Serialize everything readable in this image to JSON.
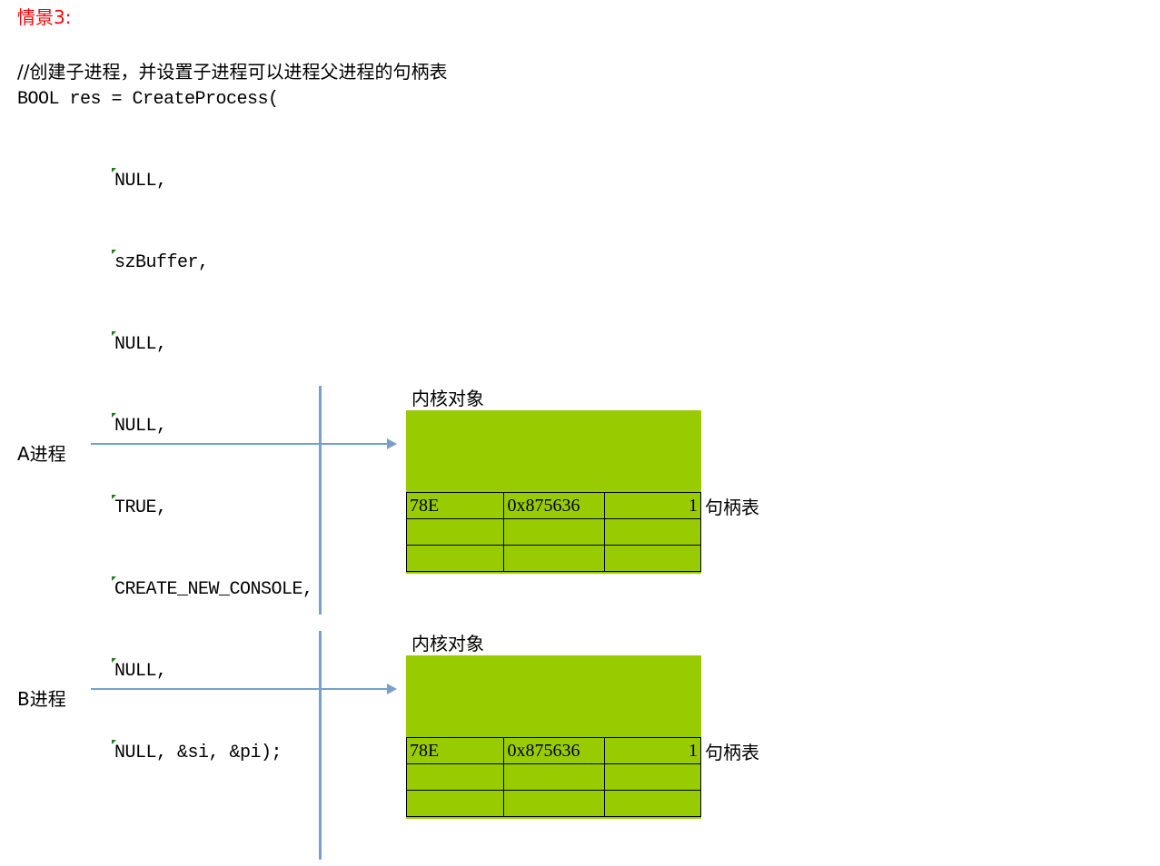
{
  "scenario_title": "情景3:",
  "code": {
    "comment": "//创建子进程，并设置子进程可以进程父进程的句柄表",
    "call_line": "BOOL res = CreateProcess(",
    "args": [
      "NULL,",
      "szBuffer,",
      "NULL,",
      "NULL,",
      "TRUE,",
      "CREATE_NEW_CONSOLE,",
      "NULL,",
      "NULL, &si, &pi);"
    ]
  },
  "diagram": {
    "colors": {
      "arrow": "#7aa0c8",
      "kernel_object": "#99cc00",
      "title": "#ff0000"
    },
    "processes": [
      {
        "label": "A进程",
        "kernel_object_label": "内核对象",
        "handle_table_label": "句柄表",
        "rows": [
          [
            "78E",
            "0x875636",
            "1"
          ],
          [
            "",
            "",
            ""
          ],
          [
            "",
            "",
            ""
          ]
        ]
      },
      {
        "label": "B进程",
        "kernel_object_label": "内核对象",
        "handle_table_label": "句柄表",
        "rows": [
          [
            "78E",
            "0x875636",
            "1"
          ],
          [
            "",
            "",
            ""
          ],
          [
            "",
            "",
            ""
          ]
        ]
      }
    ]
  }
}
